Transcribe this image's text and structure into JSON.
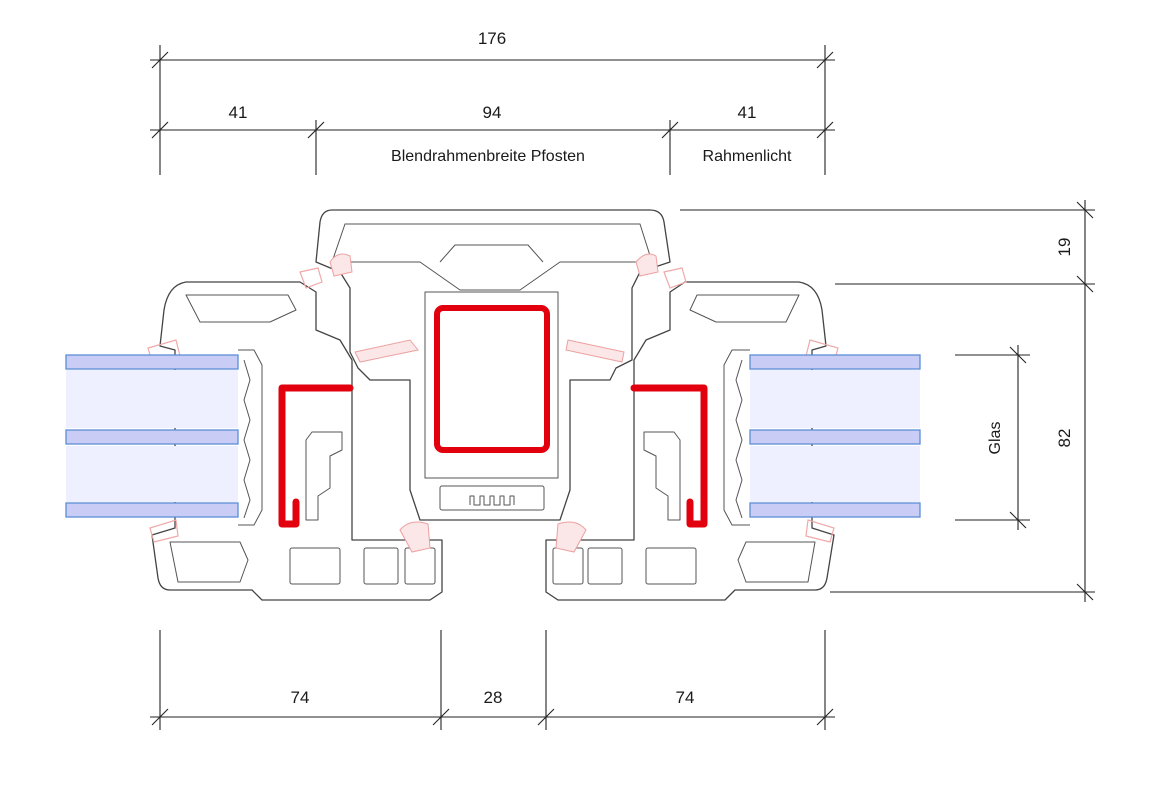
{
  "dimensions": {
    "total_width": "176",
    "left_frame_light": "41",
    "mullion_width": "94",
    "right_frame_light": "41",
    "bottom_left": "74",
    "bottom_middle": "28",
    "bottom_right": "74",
    "top_height": "19",
    "total_height": "82"
  },
  "labels": {
    "mullion": "Blendrahmenbreite Pfosten",
    "frame_light": "Rahmenlicht",
    "glass": "Glas"
  },
  "colors": {
    "steel_reinforcement": "#e2000f",
    "glass_pane": "#c9cdf5",
    "gasket": "#f0a9a9",
    "profile_outline": "#444444"
  }
}
